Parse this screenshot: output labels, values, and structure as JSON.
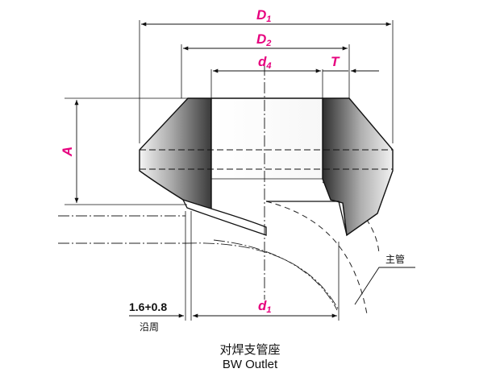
{
  "labels": {
    "D1": "D",
    "D1_sub": "1",
    "D2": "D",
    "D2_sub": "2",
    "d4": "d",
    "d4_sub": "4",
    "T": "T",
    "A": "A",
    "d1": "d",
    "d1_sub": "1",
    "gap": "1.6+0.8",
    "gap_note": "沿周",
    "main_pipe": "主管"
  },
  "caption": {
    "chinese": "对焊支管座",
    "english": "BW Outlet"
  },
  "colors": {
    "dimension": "#e6007e",
    "outline": "#111111"
  }
}
